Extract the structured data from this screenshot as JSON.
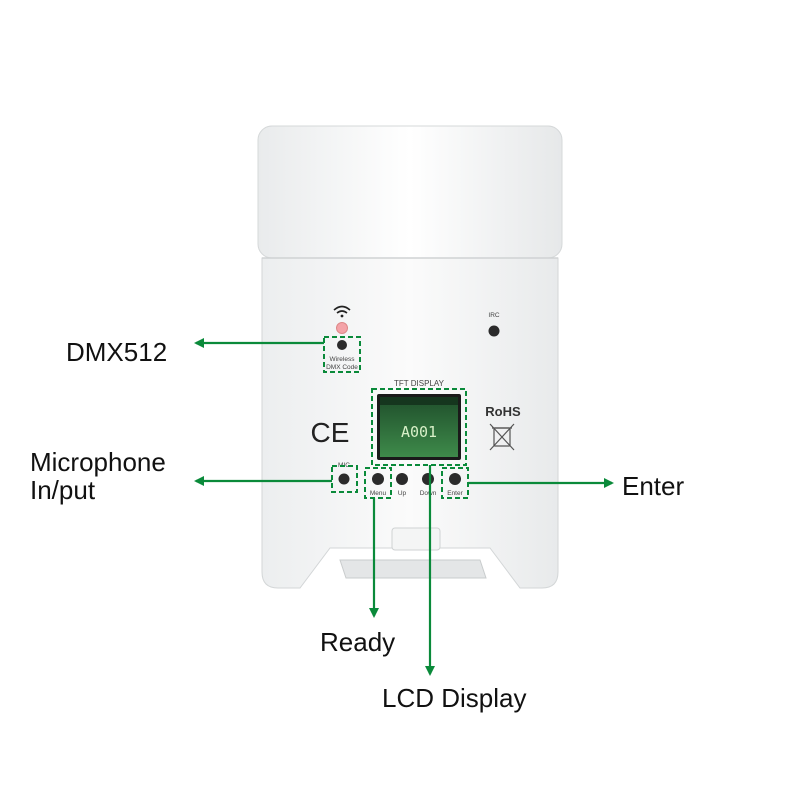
{
  "device": {
    "panel_labels": {
      "wireless_line1": "Wireless",
      "wireless_line2": "DMX Code",
      "irc": "IRC",
      "tft_display": "TFT DISPLAY",
      "rohs": "RoHS",
      "ce": "CE",
      "mic": "MIC",
      "screen_text": "A001",
      "btn_menu": "Menu",
      "btn_up": "Up",
      "btn_down": "Down",
      "btn_enter": "Enter"
    }
  },
  "callouts": {
    "dmx512": "DMX512",
    "microphone_line1": "Microphone",
    "microphone_line2": "In/put",
    "enter": "Enter",
    "ready": "Ready",
    "lcd_display": "LCD Display"
  },
  "colors": {
    "arrow": "#0a8a3a",
    "dashed_box": "#0a8a3a",
    "body": "#f7f8f8",
    "screen": "#2a6b3a"
  }
}
